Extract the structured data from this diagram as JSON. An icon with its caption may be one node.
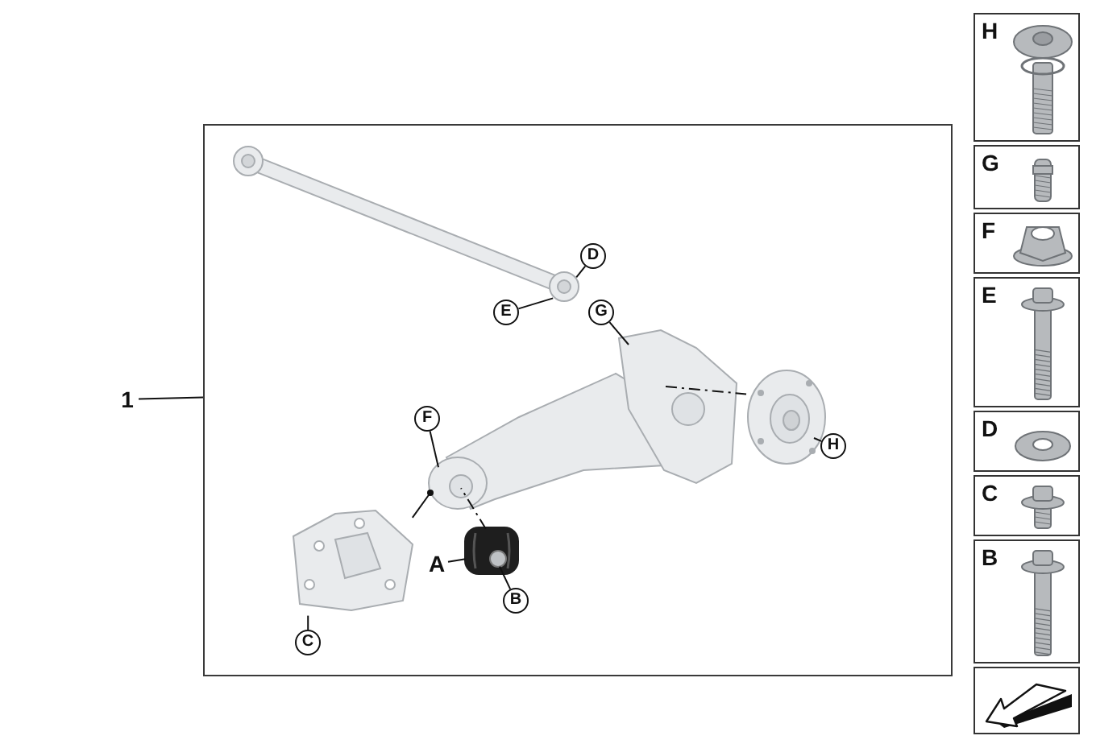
{
  "diagram": {
    "nodes": [
      {
        "text": [
          "1"
        ]
      },
      {
        "text": [],
        "shape": "box"
      },
      {
        "text": [],
        "shape": "picture",
        "in": 1
      },
      {
        "text": [],
        "shape": "picture",
        "in": 1
      },
      {
        "text": [],
        "shape": "picture",
        "in": 1
      },
      {
        "text": [],
        "shape": "picture",
        "in": 1
      },
      {
        "text": [],
        "shape": "picture",
        "in": 1
      },
      {
        "text": [
          "D"
        ],
        "in": 1
      },
      {
        "text": [
          "E"
        ],
        "in": 1
      },
      {
        "text": [
          "G"
        ],
        "in": 1
      },
      {
        "text": [
          "F"
        ],
        "in": 1
      },
      {
        "text": [
          "H"
        ],
        "in": 1
      },
      {
        "text": [
          "A"
        ],
        "in": 1
      },
      {
        "text": [
          "B"
        ],
        "in": 1
      },
      {
        "text": [
          "C"
        ],
        "in": 1
      },
      {
        "text": [
          "H"
        ]
      },
      {
        "text": [
          "G"
        ]
      },
      {
        "text": [
          "F"
        ]
      },
      {
        "text": [
          "E"
        ]
      },
      {
        "text": [
          "D"
        ]
      },
      {
        "text": [
          "C"
        ]
      },
      {
        "text": [
          "B"
        ]
      },
      {
        "text": [],
        "shape": "box"
      }
    ],
    "edges": [
      {
        "from": 0,
        "to": 1,
        "arrow": "none"
      },
      {
        "from": 7,
        "to": 2,
        "arrow": "none"
      },
      {
        "from": 8,
        "to": 2,
        "arrow": "none"
      },
      {
        "from": 9,
        "to": 3,
        "arrow": "none"
      },
      {
        "from": 10,
        "to": 3,
        "arrow": "none"
      },
      {
        "from": 11,
        "to": 4,
        "arrow": "none"
      },
      {
        "from": 12,
        "to": 5,
        "arrow": "none"
      },
      {
        "from": 13,
        "to": 5,
        "arrow": "none"
      },
      {
        "from": 14,
        "to": 6,
        "arrow": "none"
      },
      {
        "from": 3,
        "to": 4,
        "arrow": "none",
        "style": "dashed"
      },
      {
        "from": 5,
        "to": 3,
        "arrow": "none",
        "style": "dashed"
      },
      {
        "from": 6,
        "to": 3,
        "arrow": "other"
      }
    ]
  }
}
